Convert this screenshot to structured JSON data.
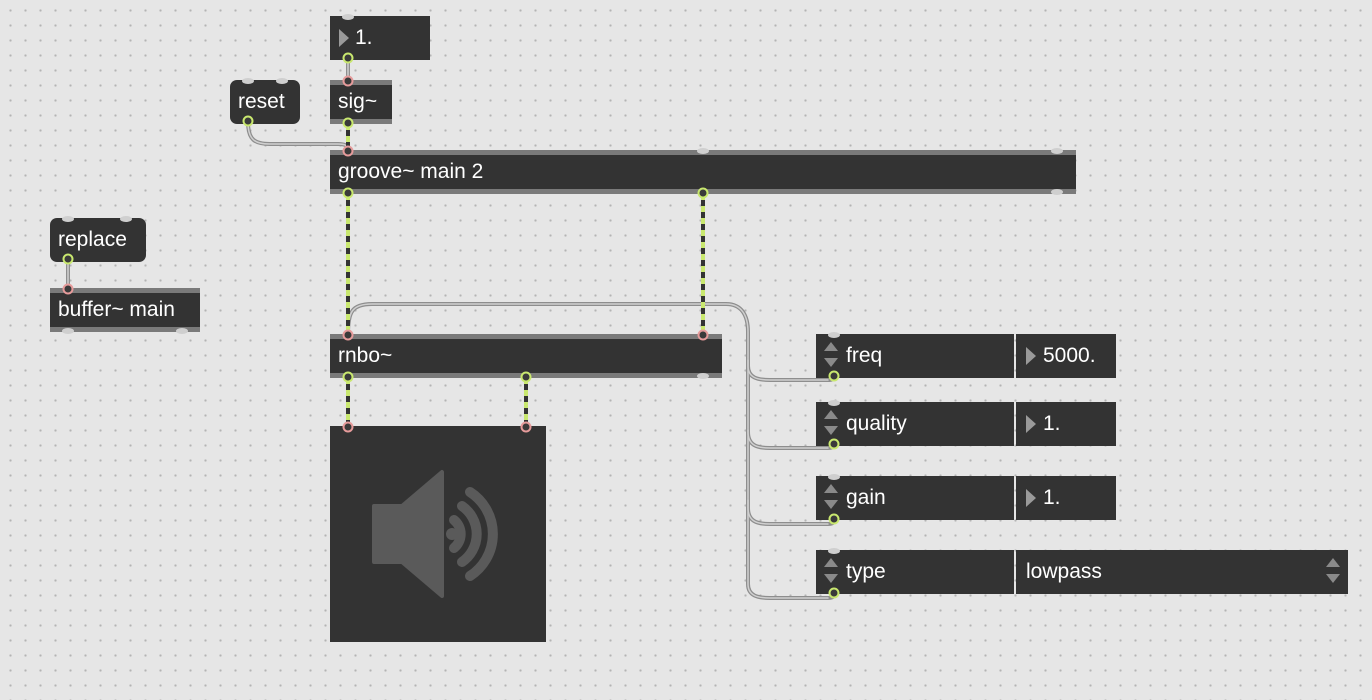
{
  "colors": {
    "canvas": "#e6e6e6",
    "object_fill": "#333333",
    "object_bar": "#7a7a7a",
    "text": "#ffffff",
    "signal_cord": "#c9e86f",
    "control_cord": "#a8a8a8",
    "outlet": "#c9e86f",
    "inlet": "#e69b9b"
  },
  "number_box": {
    "value": "1."
  },
  "messages": {
    "reset": "reset",
    "replace": "replace"
  },
  "objects": {
    "sig": "sig~",
    "groove": "groove~ main 2",
    "buffer": "buffer~ main",
    "rnbo": "rnbo~"
  },
  "attributes": [
    {
      "name": "freq",
      "value": "5000."
    },
    {
      "name": "quality",
      "value": "1."
    },
    {
      "name": "gain",
      "value": "1."
    },
    {
      "name": "type",
      "value": "lowpass"
    }
  ],
  "dac": {
    "icon": "speaker-icon"
  }
}
